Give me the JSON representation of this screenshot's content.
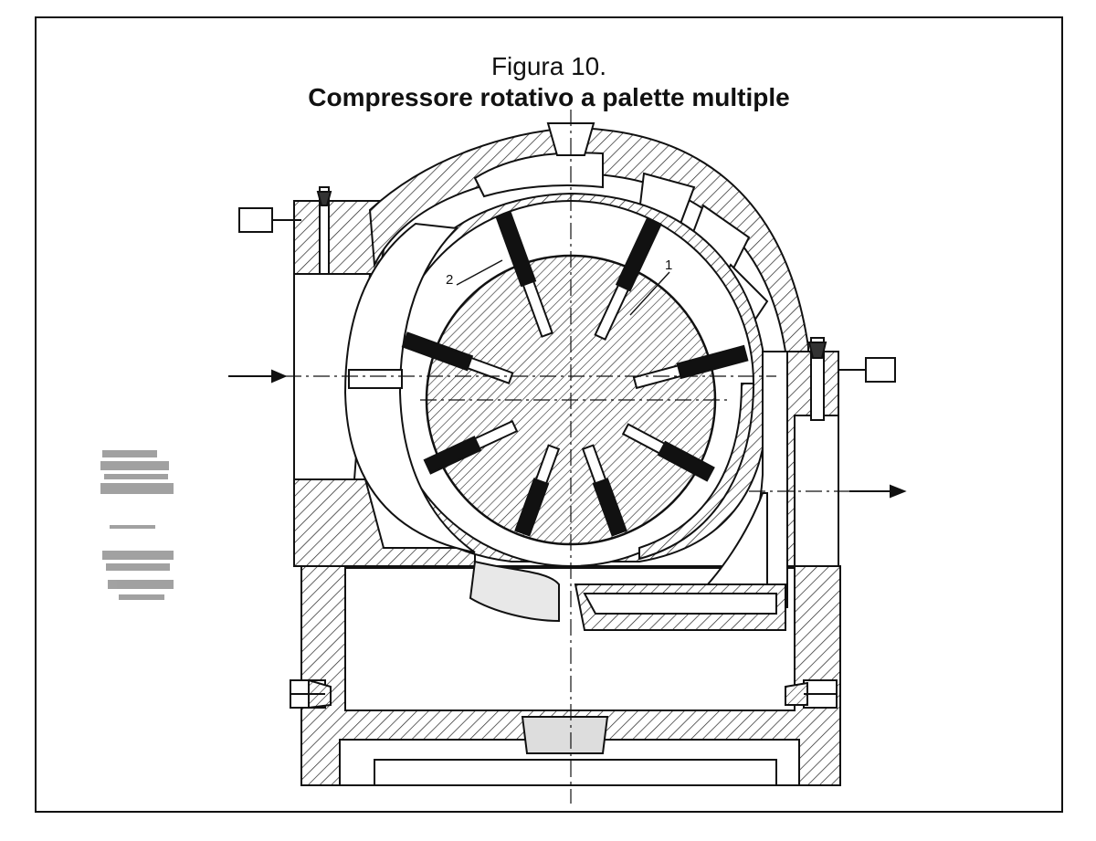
{
  "figure": {
    "number_label": "Figura 10.",
    "title": "Compressore rotativo a palette multiple"
  },
  "labels": {
    "rotor": "1",
    "stator": "2"
  },
  "colors": {
    "ink": "#111111",
    "paper": "#ffffff",
    "hatch": "#222222"
  }
}
